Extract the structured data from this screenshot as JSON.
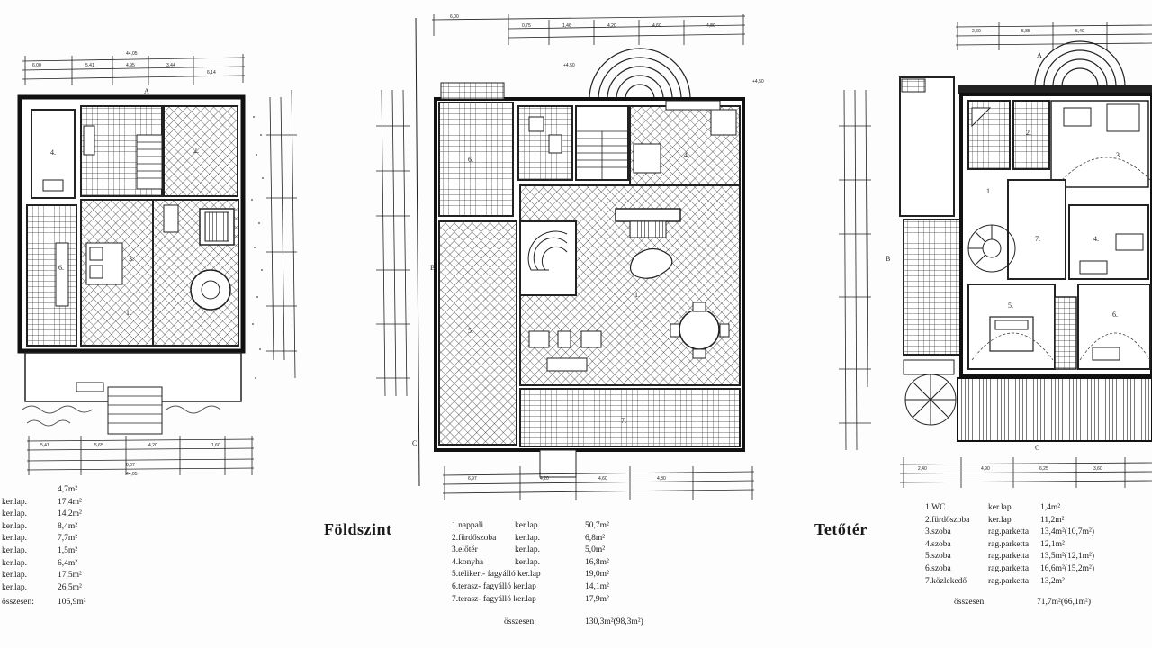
{
  "plans": [
    {
      "id": "left",
      "title": "",
      "rooms": [
        {
          "name": "",
          "floor": "",
          "area": "4,7m²"
        },
        {
          "name": "",
          "floor": "ker.lap.",
          "area": "17,4m²"
        },
        {
          "name": "",
          "floor": "ker.lap.",
          "area": "14,2m²"
        },
        {
          "name": "",
          "floor": "ker.lap.",
          "area": "8,4m²"
        },
        {
          "name": "",
          "floor": "ker.lap.",
          "area": "7,7m²"
        },
        {
          "name": "",
          "floor": "ker.lap.",
          "area": "1,5m²"
        },
        {
          "name": "",
          "floor": "ker.lap.",
          "area": "6,4m²"
        },
        {
          "name": "",
          "floor": "ker.lap.",
          "area": "17,5m²"
        },
        {
          "name": "",
          "floor": "ker.lap.",
          "area": "26,5m²"
        }
      ],
      "total_label": "összesen:",
      "total_value": "106,9m²",
      "dimensions": [
        "44,05",
        "6,00",
        "5,41",
        "4,95",
        "3,44",
        "6,14",
        "5,41",
        "5,65",
        "4,20",
        "1,60",
        "6,07",
        "44,05"
      ]
    },
    {
      "id": "center",
      "title": "Földszint",
      "rooms": [
        {
          "name": "1.nappali",
          "floor": "ker.lap.",
          "area": "50,7m²"
        },
        {
          "name": "2.fürdőszoba",
          "floor": "ker.lap.",
          "area": "6,8m²"
        },
        {
          "name": "3.előtér",
          "floor": "ker.lap.",
          "area": "5,0m²"
        },
        {
          "name": "4.konyha",
          "floor": "ker.lap.",
          "area": "16,8m²"
        },
        {
          "name": "5.télikert- fagyálló ker.lap",
          "floor": "",
          "area": "19,0m²"
        },
        {
          "name": "6.terasz- fagyálló ker.lap",
          "floor": "",
          "area": "14,1m²"
        },
        {
          "name": "7.terasz- fagyálló ker.lap",
          "floor": "",
          "area": "17,9m²"
        }
      ],
      "total_label": "összesen:",
      "total_value": "130,3m²(98,3m²)",
      "dimensions": [
        "6,00",
        "0,75",
        "1,46",
        "4,20",
        "4,60",
        "4,80",
        "4,20",
        "4,60",
        "4,80",
        "6,97",
        "+4,50",
        "+4,50"
      ]
    },
    {
      "id": "right",
      "title": "Tetőtér",
      "rooms": [
        {
          "name": "1.WC",
          "floor": "ker.lap",
          "area": "1,4m²"
        },
        {
          "name": "2.fürdőszoba",
          "floor": "ker.lap",
          "area": "11,2m²"
        },
        {
          "name": "3.szoba",
          "floor": "rag.parketta",
          "area": "13,4m²(10,7m²)"
        },
        {
          "name": "4.szoba",
          "floor": "rag.parketta",
          "area": "12,1m²"
        },
        {
          "name": "5.szoba",
          "floor": "rag.parketta",
          "area": "13,5m²(12,1m²)"
        },
        {
          "name": "6.szoba",
          "floor": "rag.parketta",
          "area": "16,6m²(15,2m²)"
        },
        {
          "name": "7.közlekedő",
          "floor": "rag.parketta",
          "area": "13,2m²"
        }
      ],
      "total_label": "összesen:",
      "total_value": "71,7m²(66,1m²)",
      "dimensions": [
        "2,60",
        "5,85",
        "5,40",
        "4,90",
        "6,25",
        "3,60",
        "2,40"
      ]
    }
  ],
  "room_numbers": {
    "left": [
      "4.",
      "6.",
      "3.",
      "2.",
      "1."
    ],
    "center": [
      "6.",
      "5.",
      "1.",
      "4.",
      "7."
    ],
    "right": [
      "1.",
      "2.",
      "3.",
      "4.",
      "5.",
      "6.",
      "7."
    ]
  },
  "section_marks": [
    "B",
    "B",
    "C",
    "C",
    "A",
    "A"
  ]
}
